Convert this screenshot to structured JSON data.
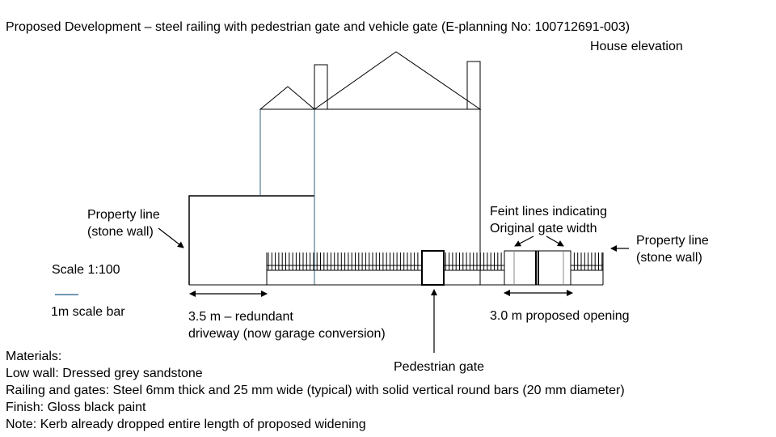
{
  "title": "Proposed Development – steel railing with pedestrian gate and vehicle gate (E-planning No: 100712691-003)",
  "house_label": "House elevation",
  "property_line_left": [
    "Property line",
    "(stone wall)"
  ],
  "property_line_right": [
    "Property line",
    "(stone wall)"
  ],
  "scale_label": "Scale 1:100",
  "scale_bar_label": "1m scale bar",
  "driveway_label": [
    "3.5 m – redundant",
    "driveway (now garage conversion)"
  ],
  "feint_label": [
    "Feint lines indicating",
    "Original gate width"
  ],
  "opening_label": "3.0 m proposed opening",
  "pedestrian_gate_label": "Pedestrian gate",
  "materials": [
    "Materials:",
    "Low wall: Dressed grey sandstone",
    "Railing and gates: Steel 6mm thick and 25 mm wide (typical) with solid vertical round bars (20 mm diameter)",
    "Finish: Gloss black paint",
    "Note: Kerb already dropped entire length of proposed widening"
  ],
  "colors": {
    "line": "#000000",
    "scale_bar": "#1f5a85",
    "house_wall": "#2f5f7a"
  }
}
